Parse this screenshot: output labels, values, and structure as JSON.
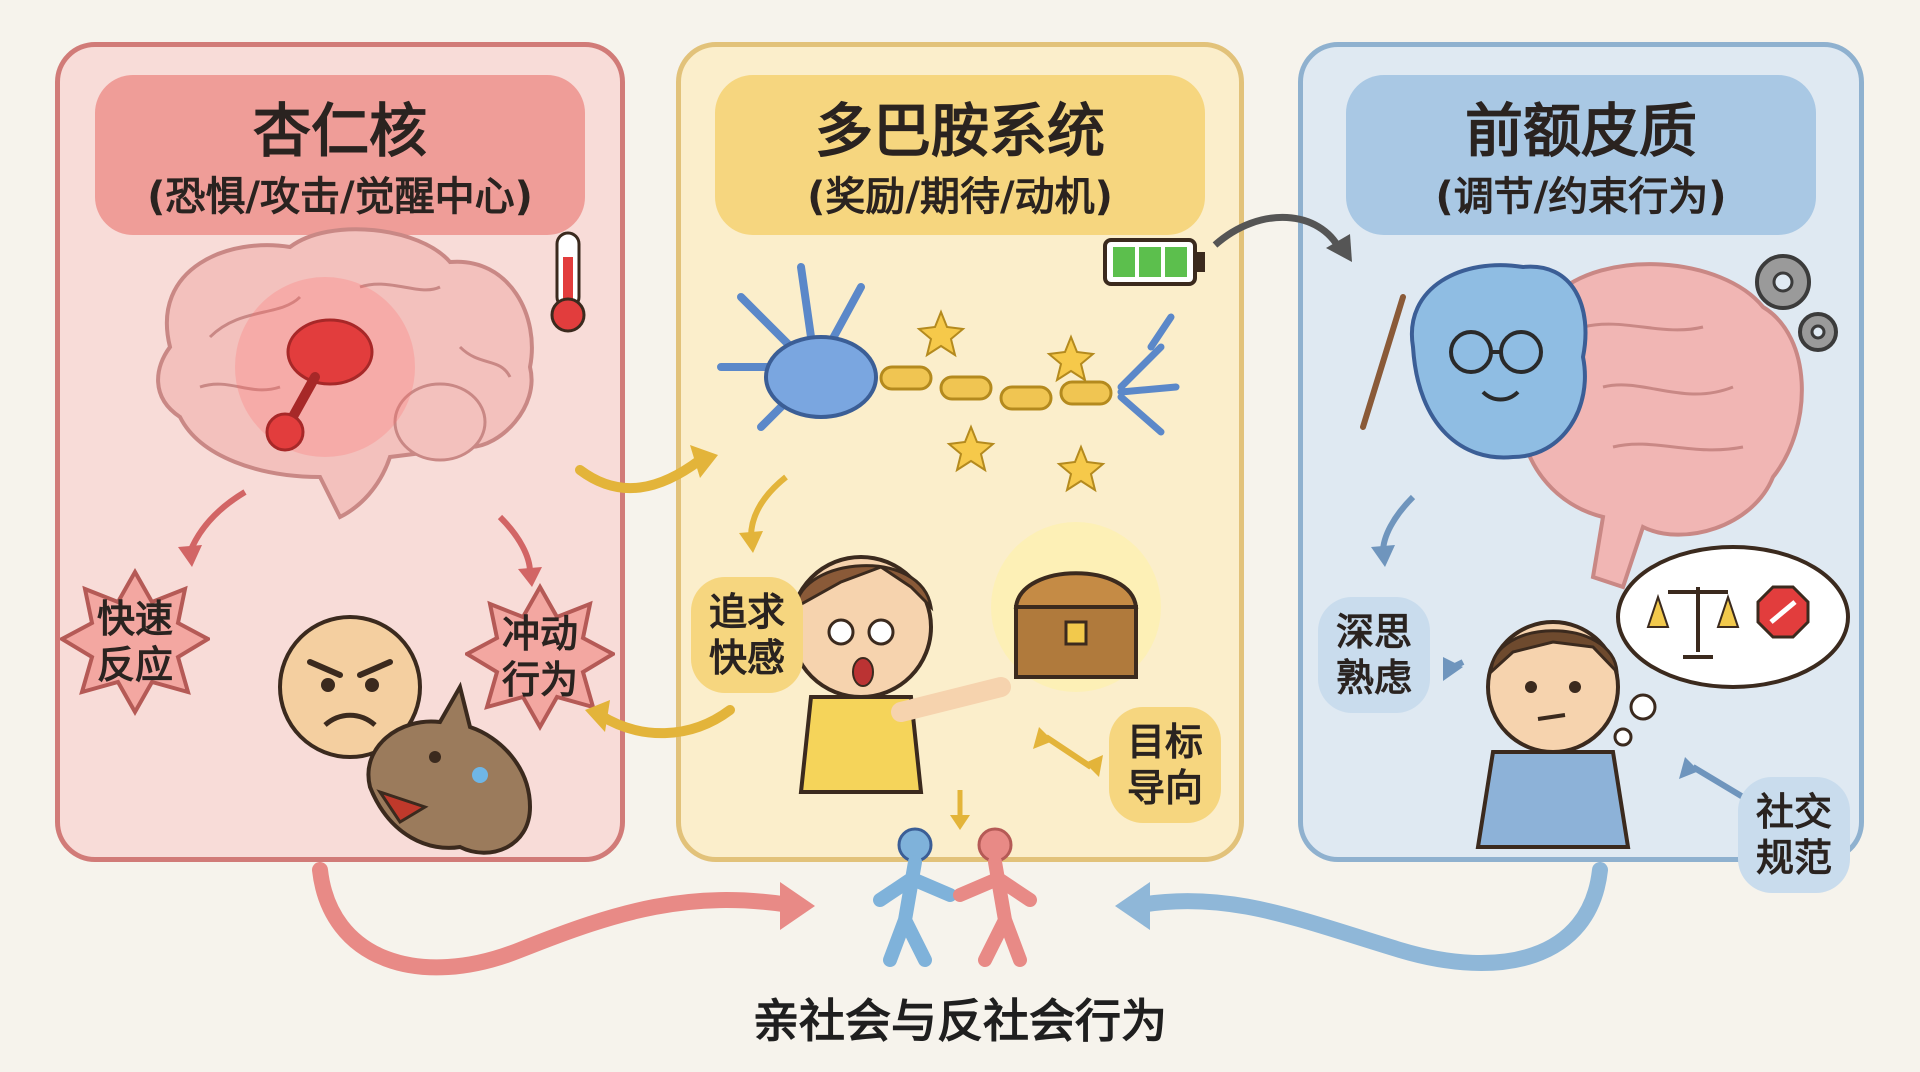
{
  "panels": {
    "amygdala": {
      "title": "杏仁核",
      "subtitle": "(恐惧/攻击/觉醒中心)",
      "tags": {
        "fast_response": [
          "快速",
          "反应"
        ],
        "impulsive": [
          "冲动",
          "行为"
        ]
      }
    },
    "dopamine": {
      "title": "多巴胺系统",
      "subtitle": "(奖励/期待/动机)",
      "tags": {
        "pleasure": [
          "追求",
          "快感"
        ],
        "goal": [
          "目标",
          "导向"
        ]
      }
    },
    "pfc": {
      "title": "前额皮质",
      "subtitle": "(调节/约束行为)",
      "tags": {
        "deliberate": [
          "深思",
          "熟虑"
        ],
        "social_norms": [
          "社交",
          "规范"
        ]
      }
    }
  },
  "bottom_label": "亲社会与反社会行为",
  "colors": {
    "amygdala_bg": "#f8dcd8",
    "amygdala_accent": "#ef9d98",
    "dopamine_bg": "#fbeecb",
    "dopamine_accent": "#f6d67f",
    "pfc_bg": "#dfe9f2",
    "pfc_accent": "#a9c8e4"
  },
  "icons": [
    "thermometer-icon",
    "battery-icon",
    "gears-icon",
    "scales-icon",
    "stop-sign-icon",
    "treasure-chest-icon",
    "neuron-icon",
    "brain-icon",
    "dog-icon",
    "people-icon"
  ]
}
